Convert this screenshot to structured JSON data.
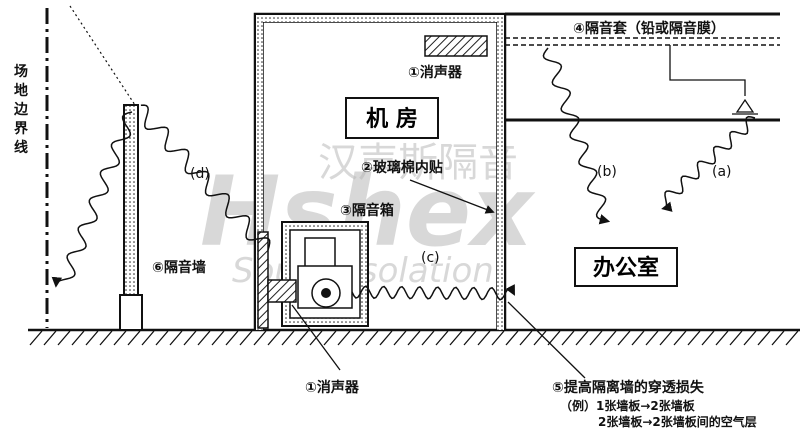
{
  "title_vertical": [
    "场",
    "地",
    "边",
    "界",
    "线"
  ],
  "watermark": {
    "brand_latin": "Hshex",
    "brand_cn": "汉声斯隔音",
    "brand_tagline": "Sound Isolation"
  },
  "rooms": {
    "machine_room": "机 房",
    "office": "办公室"
  },
  "labels": {
    "silencer_top": "①消声器",
    "glass_wool": "②玻璃棉内贴",
    "sound_box": "③隔音箱",
    "sleeve": "④隔音套（铅或隔音膜）",
    "barrier_wall": "⑥隔音墙",
    "silencer_bottom": "①消声器",
    "improve_title": "⑤提高隔离墙的穿透损失",
    "improve_example_1": "（例）1张墙板→2张墙板",
    "improve_example_2": "2张墙板→2张墙板间的空气层"
  },
  "paths": {
    "a": "(a)",
    "b": "(b)",
    "c": "(c)",
    "d": "(d)"
  },
  "colors": {
    "line": "#111111",
    "watermark": "#b9b9b9",
    "hatch": "#333333"
  }
}
